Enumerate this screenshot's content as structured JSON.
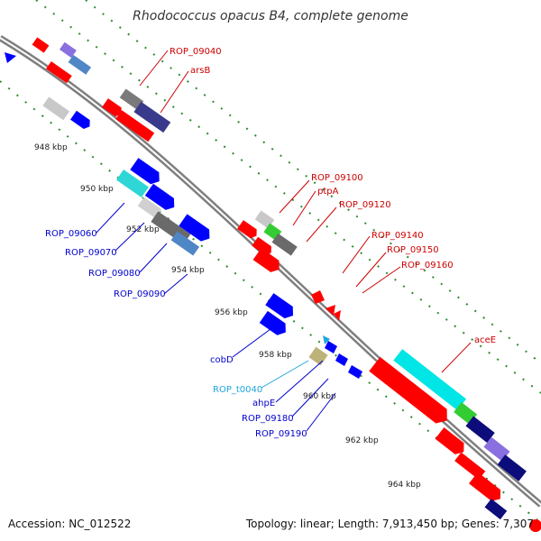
{
  "title": "Rhodococcus opacus B4, complete genome",
  "footer": {
    "accession": "Accession: NC_012522",
    "topology": "Topology: linear; Length: 7,913,450 bp; Genes: 7,307"
  },
  "colors": {
    "background": "#ffffff",
    "backbone": "#7f7f7f",
    "kbp_marker": "#2e8b2e",
    "label_red": "#cc0000",
    "label_blue": "#0000cc",
    "label_cyan": "#1fa6dd"
  },
  "kbp_markers": [
    "948 kbp",
    "950 kbp",
    "952 kbp",
    "954 kbp",
    "956 kbp",
    "958 kbp",
    "960 kbp",
    "962 kbp",
    "964 kbp"
  ],
  "gene_labels": {
    "red": [
      "ROP_09040",
      "arsB",
      "ROP_09100",
      "ptpA",
      "ROP_09120",
      "ROP_09140",
      "ROP_09150",
      "ROP_09160",
      "aceE"
    ],
    "blue": [
      "ROP_09060",
      "ROP_09070",
      "ROP_09080",
      "ROP_09090",
      "cobD",
      "ahpE",
      "ROP_09180",
      "ROP_09190"
    ],
    "cyan": [
      "ROP_t0040"
    ]
  }
}
